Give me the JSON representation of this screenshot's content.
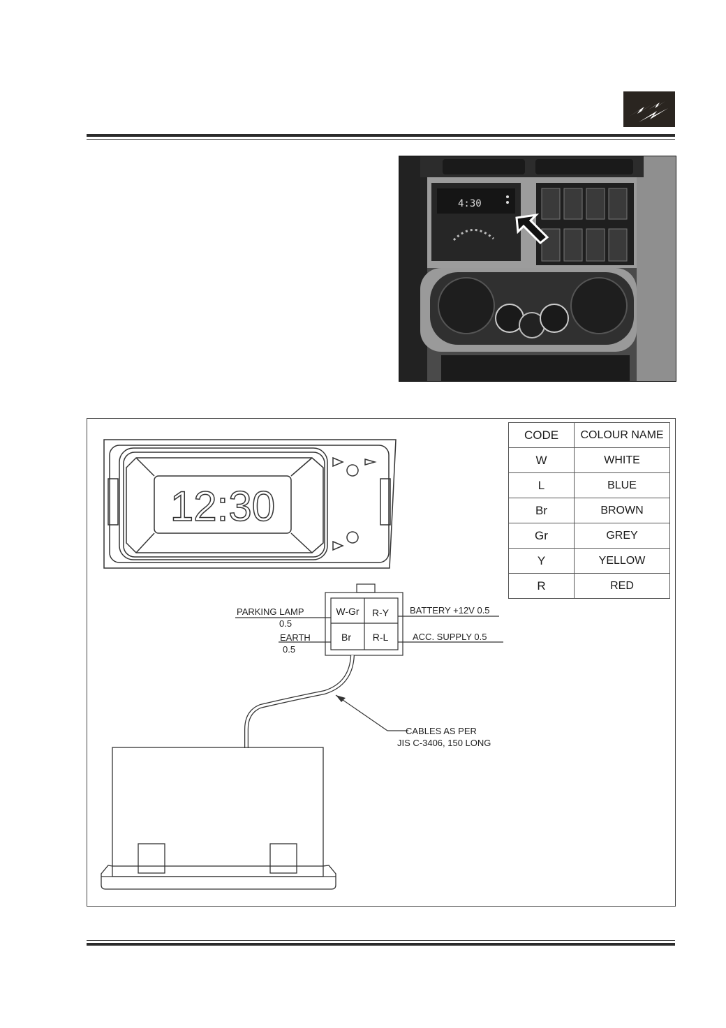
{
  "header": {
    "logo_icon": "lightning-bolts-icon"
  },
  "photo": {
    "clock_time": "4:30",
    "arrow_icon": "pointer-arrow-icon"
  },
  "diagram": {
    "clock_display": "12:30",
    "table": {
      "headers": [
        "CODE",
        "COLOUR NAME"
      ],
      "rows": [
        [
          "W",
          "WHITE"
        ],
        [
          "L",
          "BLUE"
        ],
        [
          "Br",
          "BROWN"
        ],
        [
          "Gr",
          "GREY"
        ],
        [
          "Y",
          "YELLOW"
        ],
        [
          "R",
          "RED"
        ]
      ]
    },
    "connector": {
      "pins": {
        "top_left": "W-Gr",
        "top_right": "R-Y",
        "bottom_left": "Br",
        "bottom_right": "R-L"
      },
      "labels": {
        "parking_lamp": "PARKING LAMP",
        "parking_lamp_size": "0.5",
        "earth": "EARTH",
        "earth_size": "0.5",
        "battery": "BATTERY +12V 0.5",
        "acc_supply": "ACC. SUPPLY 0.5"
      }
    },
    "cable_note": {
      "line1": "CABLES AS PER",
      "line2": "JIS C-3406, 150 LONG"
    }
  }
}
